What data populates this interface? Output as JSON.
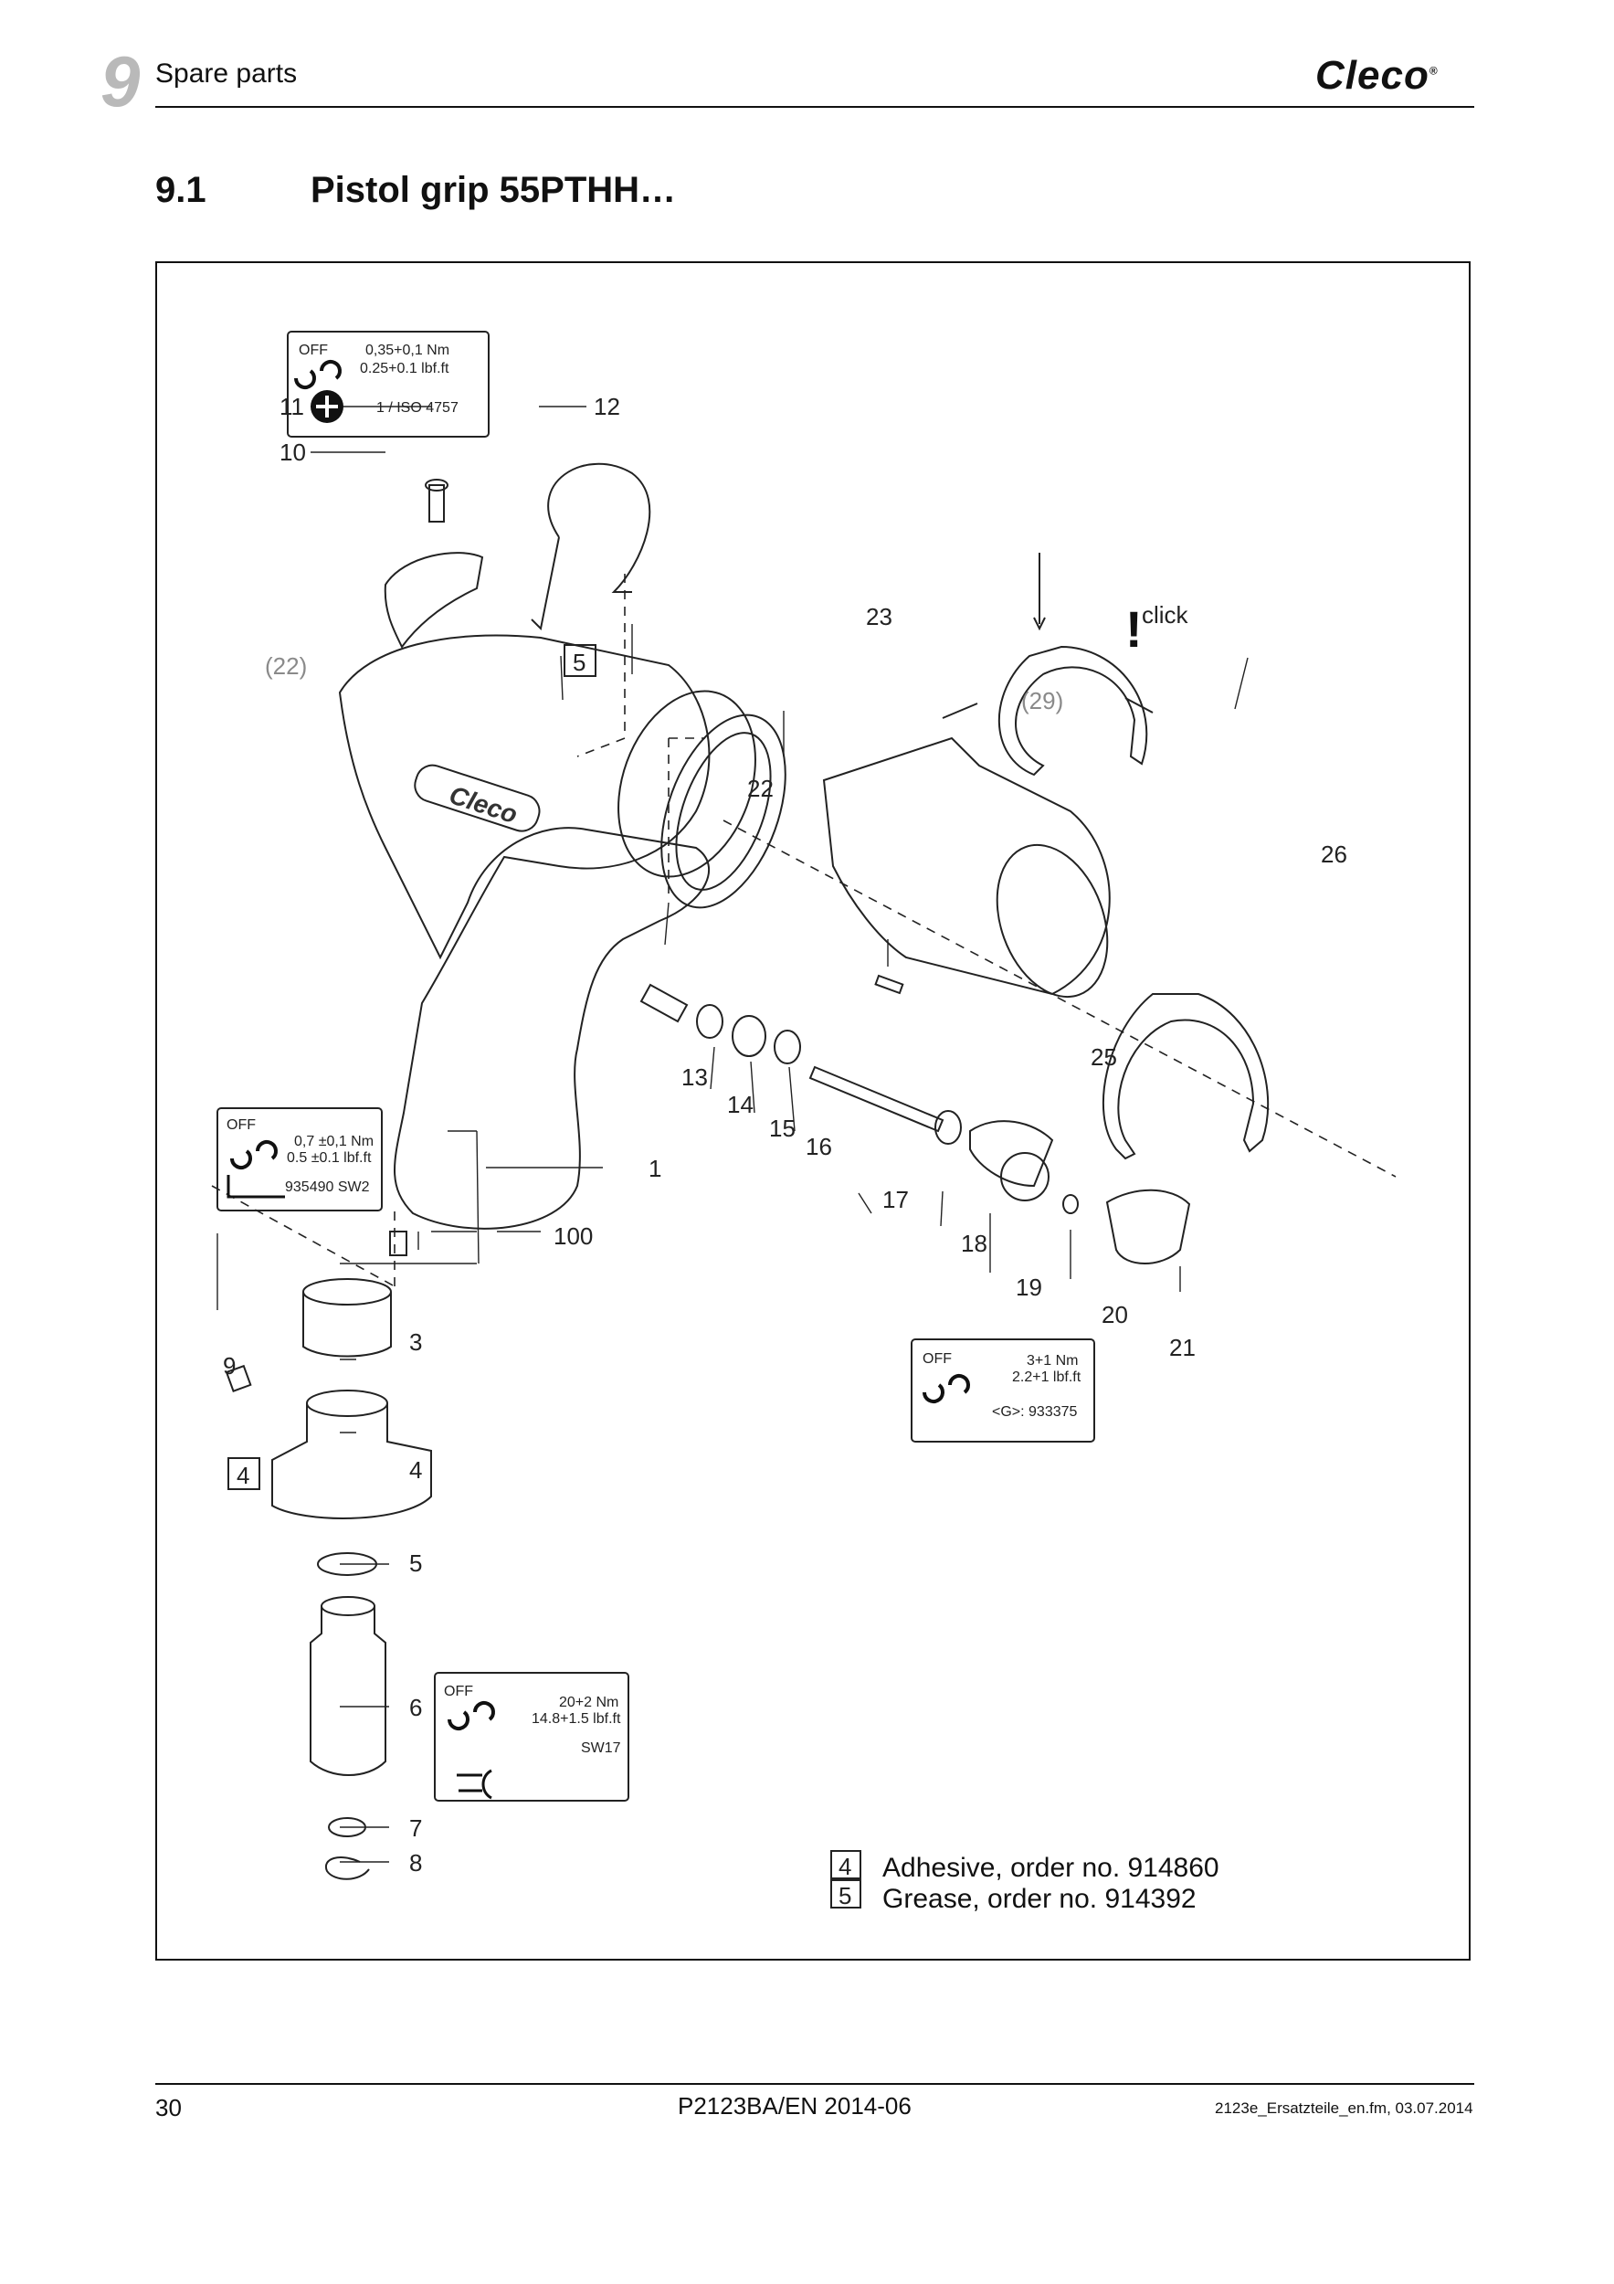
{
  "header": {
    "chapter_number": "9",
    "chapter_title": "Spare parts",
    "logo": "Cleco",
    "logo_mark": "®"
  },
  "section": {
    "number": "9.1",
    "title": "Pistol grip 55PTHH…"
  },
  "figure": {
    "callouts": {
      "c1": "1",
      "c3": "3",
      "c4": "4",
      "c5": "5",
      "c6": "6",
      "c7": "7",
      "c8": "8",
      "c9": "9",
      "c10": "10",
      "c11": "11",
      "c12": "12",
      "c13": "13",
      "c14": "14",
      "c15": "15",
      "c16": "16",
      "c17": "17",
      "c18": "18",
      "c19": "19",
      "c20": "20",
      "c21": "21",
      "c22": "22",
      "c22p": "(22)",
      "c23": "23",
      "c25": "25",
      "c26": "26",
      "c29p": "(29)",
      "c100": "100"
    },
    "marker_boxes": {
      "grease_marker": "5",
      "adhesive_marker": "4"
    },
    "click_note": "click",
    "tool_logo": "Cleco",
    "torque_boxes": {
      "box11": {
        "off": "OFF",
        "line1": "0,35+0,1 Nm",
        "line2": "0.25+0.1 lbf.ft",
        "line3": "1 / ISO 4757"
      },
      "box9": {
        "off": "OFF",
        "line1": "0,7 ±0,1 Nm",
        "line2": "0.5 ±0.1 lbf.ft",
        "line3": "935490 SW2"
      },
      "box19": {
        "off": "OFF",
        "line1": "3+1 Nm",
        "line2": "2.2+1 lbf.ft",
        "line3": "<G>: 933375"
      },
      "box6": {
        "off": "OFF",
        "line1": "20+2 Nm",
        "line2": "14.8+1.5 lbf.ft",
        "line3": "SW17"
      }
    },
    "legend": [
      {
        "marker": "4",
        "text": "Adhesive, order no. 914860"
      },
      {
        "marker": "5",
        "text": "Grease, order no. 914392"
      }
    ]
  },
  "footer": {
    "page_number": "30",
    "document_id": "P2123BA/EN 2014-06",
    "file_reference": "2123e_Ersatzteile_en.fm, 03.07.2014"
  }
}
